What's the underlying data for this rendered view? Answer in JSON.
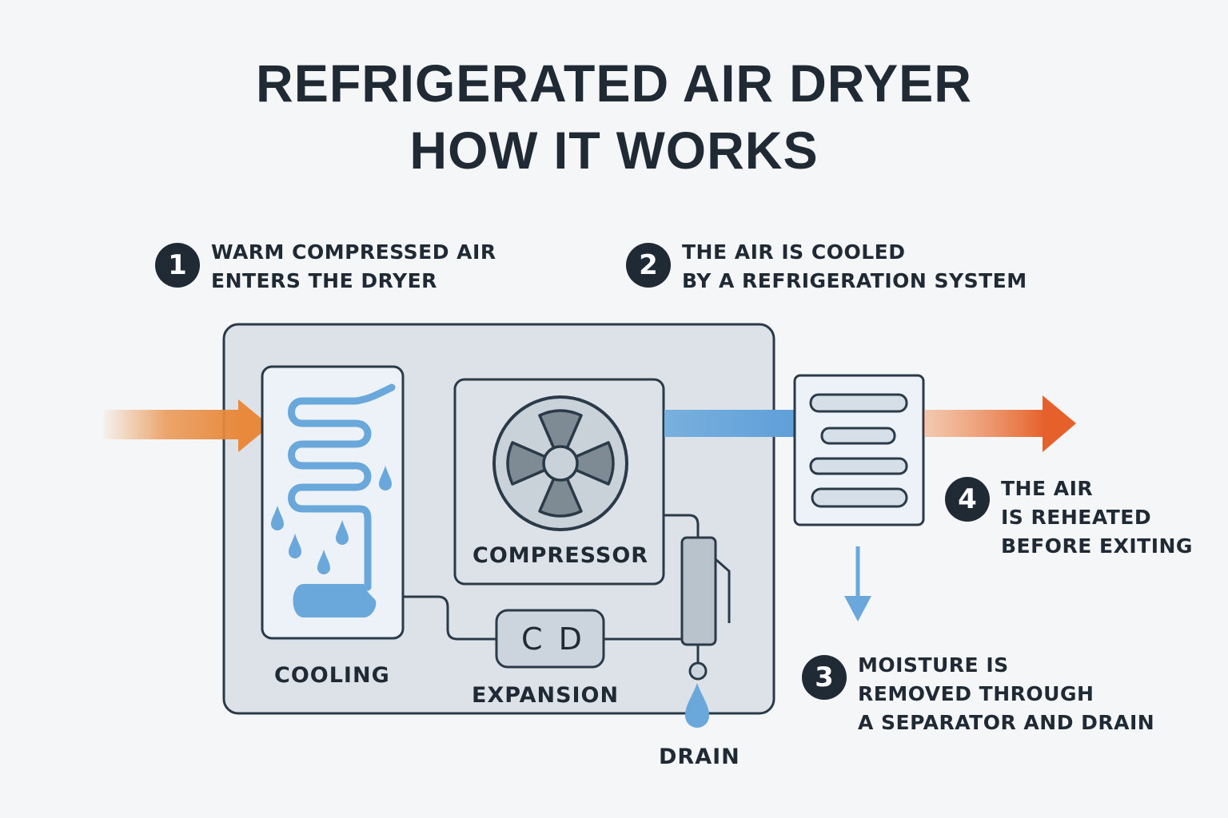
{
  "title": {
    "line1": "REFRIGERATED AIR DRYER",
    "line2": "HOW IT WORKS"
  },
  "steps": [
    {
      "number": "1",
      "lines": [
        "WARM COMPRESSED AIR",
        "ENTERS THE DRYER"
      ]
    },
    {
      "number": "2",
      "lines": [
        "THE AIR IS COOLED",
        "BY A REFRIGERATION SYSTEM"
      ]
    },
    {
      "number": "3",
      "lines": [
        "MOISTURE IS",
        "REMOVED THROUGH",
        "A SEPARATOR AND DRAIN"
      ]
    },
    {
      "number": "4",
      "lines": [
        "THE AIR",
        "IS REHEATED",
        "BEFORE EXITING"
      ]
    }
  ],
  "components": {
    "cooling": "COOLING",
    "compressor": "COMPRESSOR",
    "expansion": "EXPANSION",
    "expansion_symbol": "C D",
    "drain": "DRAIN"
  },
  "colors": {
    "ink": "#1f2a35",
    "warm_air": "#e8893c",
    "hot_air": "#e5602a",
    "cold_air": "#6aa8dc",
    "water": "#6aa8dc",
    "panel": "#dde2e8",
    "panel_light": "#edf2f8"
  }
}
